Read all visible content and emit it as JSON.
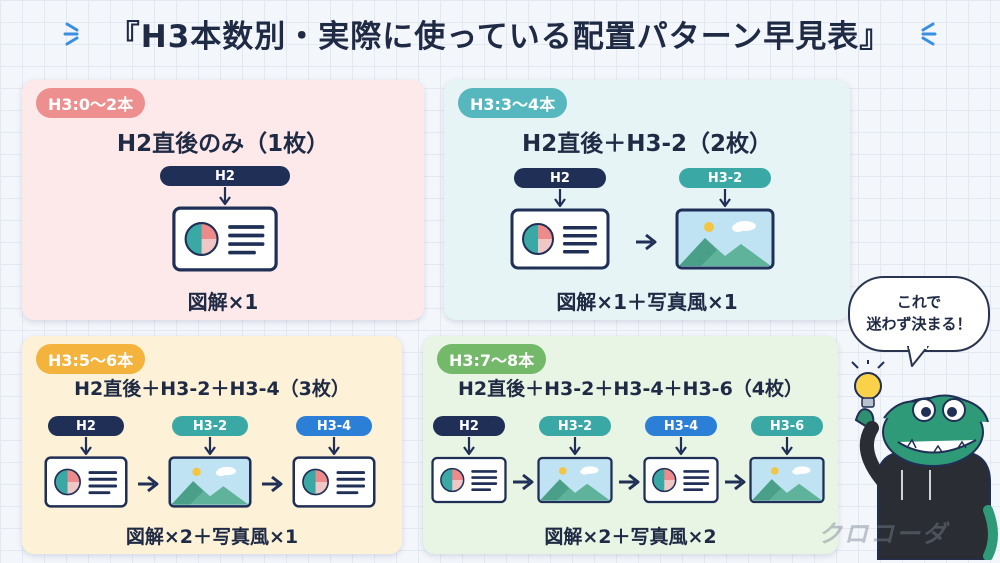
{
  "title": "『H3本数別・実際に使っている配置パターン早見表』",
  "colors": {
    "navy": "#1f2f55",
    "teal": "#3aa8a4",
    "blue": "#2c7fd6",
    "card1": "#fde9e9",
    "card2": "#e6f4f6",
    "card3": "#fdf1d7",
    "card4": "#e8f4e4"
  },
  "cards": [
    {
      "badge": "H3:0〜2本",
      "title": "H2直後のみ（1枚）",
      "footer": "図解×1",
      "slots": [
        {
          "label": "H2",
          "image": "infographic-icon"
        }
      ]
    },
    {
      "badge": "H3:3〜4本",
      "title": "H2直後＋H3-2（2枚）",
      "footer": "図解×1＋写真風×1",
      "slots": [
        {
          "label": "H2",
          "image": "infographic-icon"
        },
        {
          "label": "H3-2",
          "image": "photo-icon"
        }
      ]
    },
    {
      "badge": "H3:5〜6本",
      "title": "H2直後＋H3-2＋H3-4（3枚）",
      "footer": "図解×2＋写真風×1",
      "slots": [
        {
          "label": "H2",
          "image": "infographic-icon"
        },
        {
          "label": "H3-2",
          "image": "photo-icon"
        },
        {
          "label": "H3-4",
          "image": "infographic-icon"
        }
      ]
    },
    {
      "badge": "H3:7〜8本",
      "title": "H2直後＋H3-2＋H3-4＋H3-6（4枚）",
      "footer": "図解×2＋写真風×2",
      "slots": [
        {
          "label": "H2",
          "image": "infographic-icon"
        },
        {
          "label": "H3-2",
          "image": "photo-icon"
        },
        {
          "label": "H3-4",
          "image": "infographic-icon"
        },
        {
          "label": "H3-6",
          "image": "photo-icon"
        }
      ]
    }
  ],
  "bubble": {
    "line1": "これで",
    "line2": "迷わず決まる！"
  },
  "watermark": "クロコーダ",
  "icons": [
    "sparkle-left-icon",
    "sparkle-right-icon",
    "down-arrow-icon",
    "right-arrow-icon",
    "pie-chart-icon",
    "mountain-photo-icon",
    "lightbulb-icon",
    "crocodile-mascot"
  ]
}
